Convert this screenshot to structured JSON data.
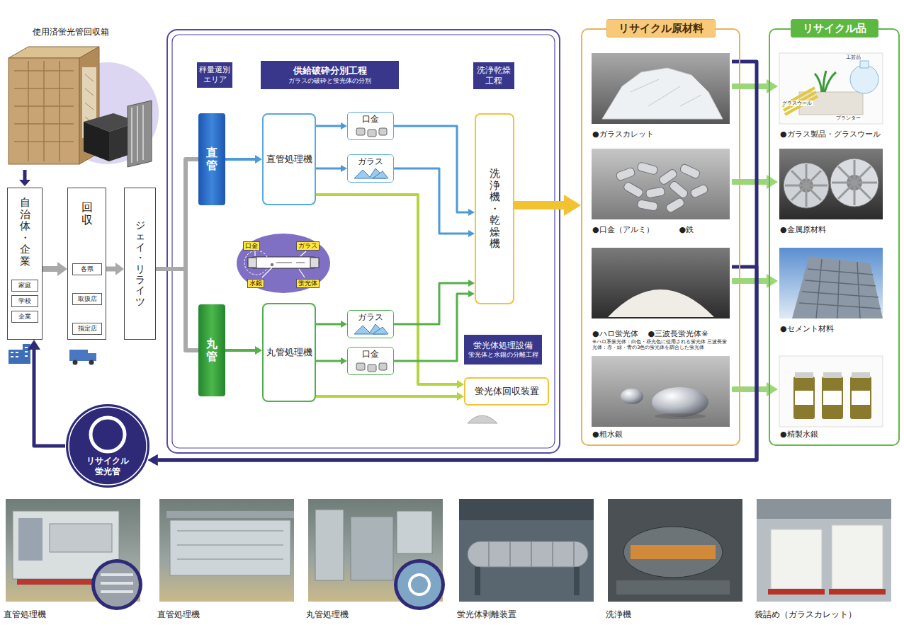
{
  "diagram": {
    "nodes": [
      {
        "text": [
          "自治体・企業"
        ]
      },
      {
        "text": [
          "家庭"
        ],
        "in": 0
      },
      {
        "text": [
          "学校"
        ],
        "in": 0
      },
      {
        "text": [
          "企業"
        ],
        "in": 0
      },
      {
        "text": [
          "回収"
        ]
      },
      {
        "text": [
          "各県"
        ],
        "in": 4
      },
      {
        "text": [
          "取扱店"
        ],
        "in": 4
      },
      {
        "text": [
          "指定店"
        ],
        "in": 4
      },
      {
        "text": [
          "ジェイ・リライツ"
        ]
      },
      {
        "text": [
          "秤量選別エリア"
        ]
      },
      {
        "text": [
          "供給破砕分別工程",
          "ガラスの破砕と蛍光体の分別"
        ]
      },
      {
        "text": [
          "洗浄乾燥工程"
        ]
      },
      {
        "text": [
          "直管"
        ]
      },
      {
        "text": [
          "直管処理機"
        ]
      },
      {
        "text": [
          "口金"
        ]
      },
      {
        "text": [
          "ガラス"
        ]
      },
      {
        "text": [
          "丸管"
        ]
      },
      {
        "text": [
          "丸管処理機"
        ]
      },
      {
        "text": [
          "ガラス"
        ]
      },
      {
        "text": [
          "口金"
        ]
      },
      {
        "text": [
          "洗浄機・乾燥機"
        ]
      },
      {
        "text": [
          "蛍光体処理設備",
          "蛍光体と水銀の分離工程"
        ]
      },
      {
        "text": [
          "蛍光体回収装置"
        ]
      },
      {
        "text": [
          "リサイクル原材料"
        ]
      },
      {
        "text": [
          "●ガラスカレット"
        ],
        "in": 23
      },
      {
        "text": [
          "●口金（アルミ）",
          "●鉄"
        ],
        "in": 23
      },
      {
        "text": [
          "●ハロ蛍光体",
          "●三波長蛍光体※",
          "※ハロ系蛍光体：白色・昼光色に使用される蛍光体 三波長蛍光体：赤・緑・青の3色の蛍光体を調合した蛍光体"
        ],
        "in": 23
      },
      {
        "text": [
          "●粗水銀"
        ],
        "in": 23
      },
      {
        "text": [
          "リサイクル品"
        ]
      },
      {
        "text": [
          "●ガラス製品・グラスウール"
        ],
        "in": 28
      },
      {
        "text": [
          "●金属原材料"
        ],
        "in": 28
      },
      {
        "text": [
          "●セメント材料"
        ],
        "in": 28
      },
      {
        "text": [
          "●精製水銀"
        ],
        "in": 28
      },
      {
        "text": [
          "リサイクル蛍光管"
        ]
      },
      {
        "text": [
          "直管処理機"
        ]
      },
      {
        "text": [
          "直管処理機"
        ]
      },
      {
        "text": [
          "丸管処理機"
        ]
      },
      {
        "text": [
          "蛍光体剥離装置"
        ]
      },
      {
        "text": [
          "洗浄機"
        ]
      },
      {
        "text": [
          "袋詰め（ガラスカレット）"
        ]
      }
    ],
    "edges": [
      {
        "from": 0,
        "to": 4,
        "arrow": "to"
      },
      {
        "from": 5,
        "to": 6,
        "arrow": "to"
      },
      {
        "from": 6,
        "to": 7,
        "arrow": "to"
      },
      {
        "from": 4,
        "to": 8,
        "arrow": "to"
      },
      {
        "from": 8,
        "to": 12,
        "arrow": "none"
      },
      {
        "from": 8,
        "to": 16,
        "arrow": "none"
      },
      {
        "from": 12,
        "to": 13,
        "arrow": "to"
      },
      {
        "from": 13,
        "to": 14,
        "arrow": "to"
      },
      {
        "from": 13,
        "to": 15,
        "arrow": "to"
      },
      {
        "from": 13,
        "to": 22,
        "arrow": "to"
      },
      {
        "from": 14,
        "to": 20,
        "arrow": "to"
      },
      {
        "from": 15,
        "to": 20,
        "arrow": "to"
      },
      {
        "from": 16,
        "to": 17,
        "arrow": "to"
      },
      {
        "from": 17,
        "to": 18,
        "arrow": "to"
      },
      {
        "from": 17,
        "to": 19,
        "arrow": "to"
      },
      {
        "from": 17,
        "to": 22,
        "arrow": "to"
      },
      {
        "from": 18,
        "to": 20,
        "arrow": "to"
      },
      {
        "from": 19,
        "to": 20,
        "arrow": "to"
      },
      {
        "from": 20,
        "to": 23,
        "arrow": "to"
      },
      {
        "from": 24,
        "to": 29,
        "arrow": "to"
      },
      {
        "from": 25,
        "to": 30,
        "arrow": "to"
      },
      {
        "from": 26,
        "to": 31,
        "arrow": "to"
      },
      {
        "from": 27,
        "to": 32,
        "arrow": "to"
      },
      {
        "from": 24,
        "to": 33,
        "arrow": "to"
      },
      {
        "from": 26,
        "to": 33,
        "arrow": "to"
      },
      {
        "from": 33,
        "to": 0,
        "arrow": "to"
      }
    ],
    "labels": [
      "使用済蛍光管回収箱",
      "口金",
      "ガラス",
      "水銀",
      "蛍光体",
      "工芸品",
      "グラスウール",
      "プランター"
    ]
  }
}
